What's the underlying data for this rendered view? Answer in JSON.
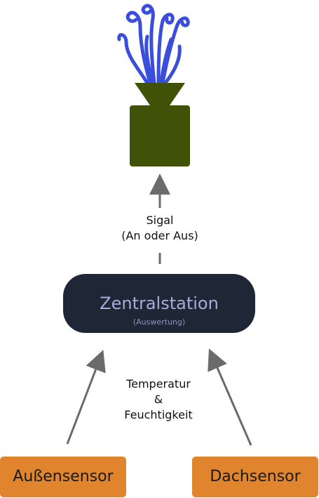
{
  "signal": {
    "line1": "Sigal",
    "line2": "(An oder Aus)"
  },
  "central": {
    "title": "Zentralstation",
    "subtitle": "(Auswertung)"
  },
  "measurements": {
    "line1": "Temperatur",
    "line2": "&",
    "line3": "Feuchtigkeit"
  },
  "sensors": {
    "outside": "Außensensor",
    "roof": "Dachsensor"
  },
  "colors": {
    "sensor_fill": "#e0852d",
    "central_fill": "#1f2636",
    "central_text": "#a7acd8",
    "sprinkler_body": "#3f5207",
    "water": "#3a4ddb",
    "arrow": "#6b6b6b"
  },
  "icons": {
    "sprinkler": "sprinkler-icon",
    "water": "water-spray-icon"
  }
}
